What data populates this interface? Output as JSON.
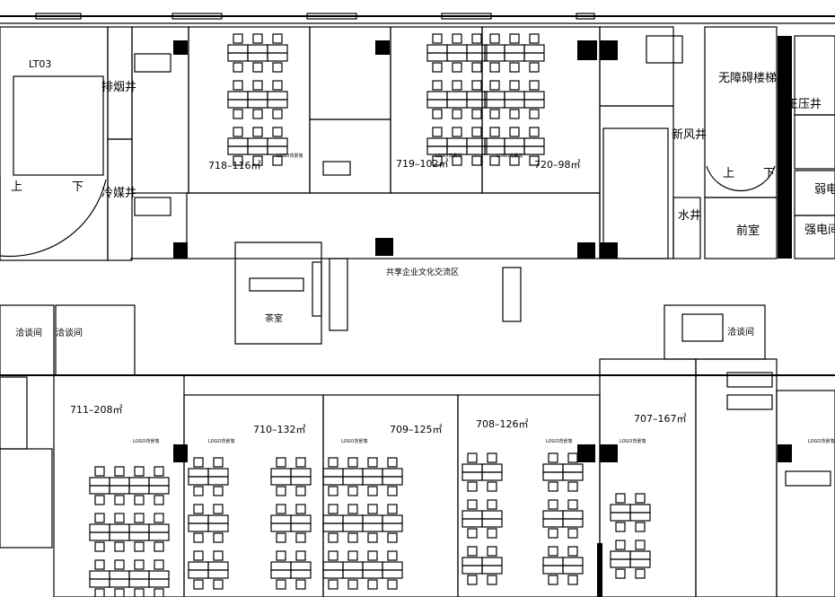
{
  "labels": {
    "stair_left": "LT03",
    "smoke_shaft": "排烟井",
    "refrigerant_shaft": "冷媒井",
    "up": "上",
    "down": "下",
    "room_718": "718–116㎡",
    "room_719": "719–102㎡",
    "room_720": "720–98㎡",
    "accessible_stair": "无障碍楼梯",
    "pressure_shaft": "正压井",
    "fresh_air_shaft": "新风井",
    "water_shaft": "水井",
    "anteroom": "前室",
    "weak_electric": "弱电",
    "strong_electric": "强电间",
    "shared_zone": "共享企业文化交流区",
    "tea_room": "茶室",
    "meeting_room": "洽谈间",
    "room_711": "711–208㎡",
    "room_710": "710–132㎡",
    "room_709": "709–125㎡",
    "room_708": "708–126㎡",
    "room_707": "707–167㎡",
    "logo_wall": "LOGO背景墙"
  }
}
